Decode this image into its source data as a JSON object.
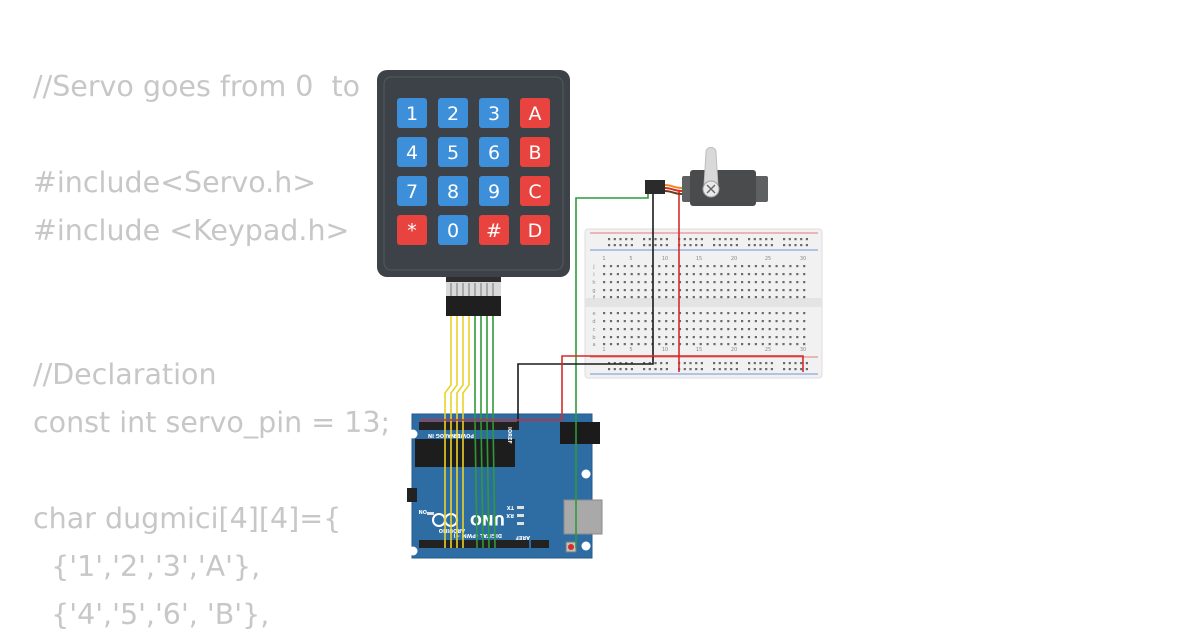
{
  "code_lines": [
    "//Servo goes from 0  to",
    "",
    "#include<Servo.h>",
    "#include <Keypad.h>",
    "",
    "",
    "//Declaration",
    "const int servo_pin = 13;",
    "",
    "char dugmici[4][4]={",
    "  {'1','2','3','A'},",
    "  {'4','5','6', 'B'},"
  ],
  "keypad": {
    "rows": [
      [
        "1",
        "2",
        "3",
        "A"
      ],
      [
        "4",
        "5",
        "6",
        "B"
      ],
      [
        "7",
        "8",
        "9",
        "C"
      ],
      [
        "*",
        "0",
        "#",
        "D"
      ]
    ],
    "colors": {
      "number_key": "#3d8fd9",
      "letter_key": "#e8433f",
      "body": "#3d4148"
    }
  },
  "breadboard": {
    "column_numbers": [
      "1",
      "5",
      "10",
      "15",
      "20",
      "25",
      "30"
    ],
    "row_letters_top": [
      "j",
      "i",
      "h",
      "g",
      "f"
    ],
    "row_letters_bottom": [
      "e",
      "d",
      "c",
      "b",
      "a"
    ]
  },
  "arduino": {
    "board_name": "UNO",
    "brand": "ARDUINO",
    "labels": {
      "analog_in": "ANALOG IN",
      "power": "POWER",
      "digital": "DIGITAL (PWM ~)",
      "on": "ON",
      "tx": "TX",
      "rx": "RX",
      "aref": "AREF",
      "ioref": "IOREF"
    },
    "colors": {
      "board": "#2e6da4"
    }
  },
  "wire_colors": {
    "yellow": "#e9d22b",
    "green": "#2f9a3a",
    "red": "#d62b2b",
    "black": "#1a1a1a",
    "orange": "#f08a1c"
  }
}
